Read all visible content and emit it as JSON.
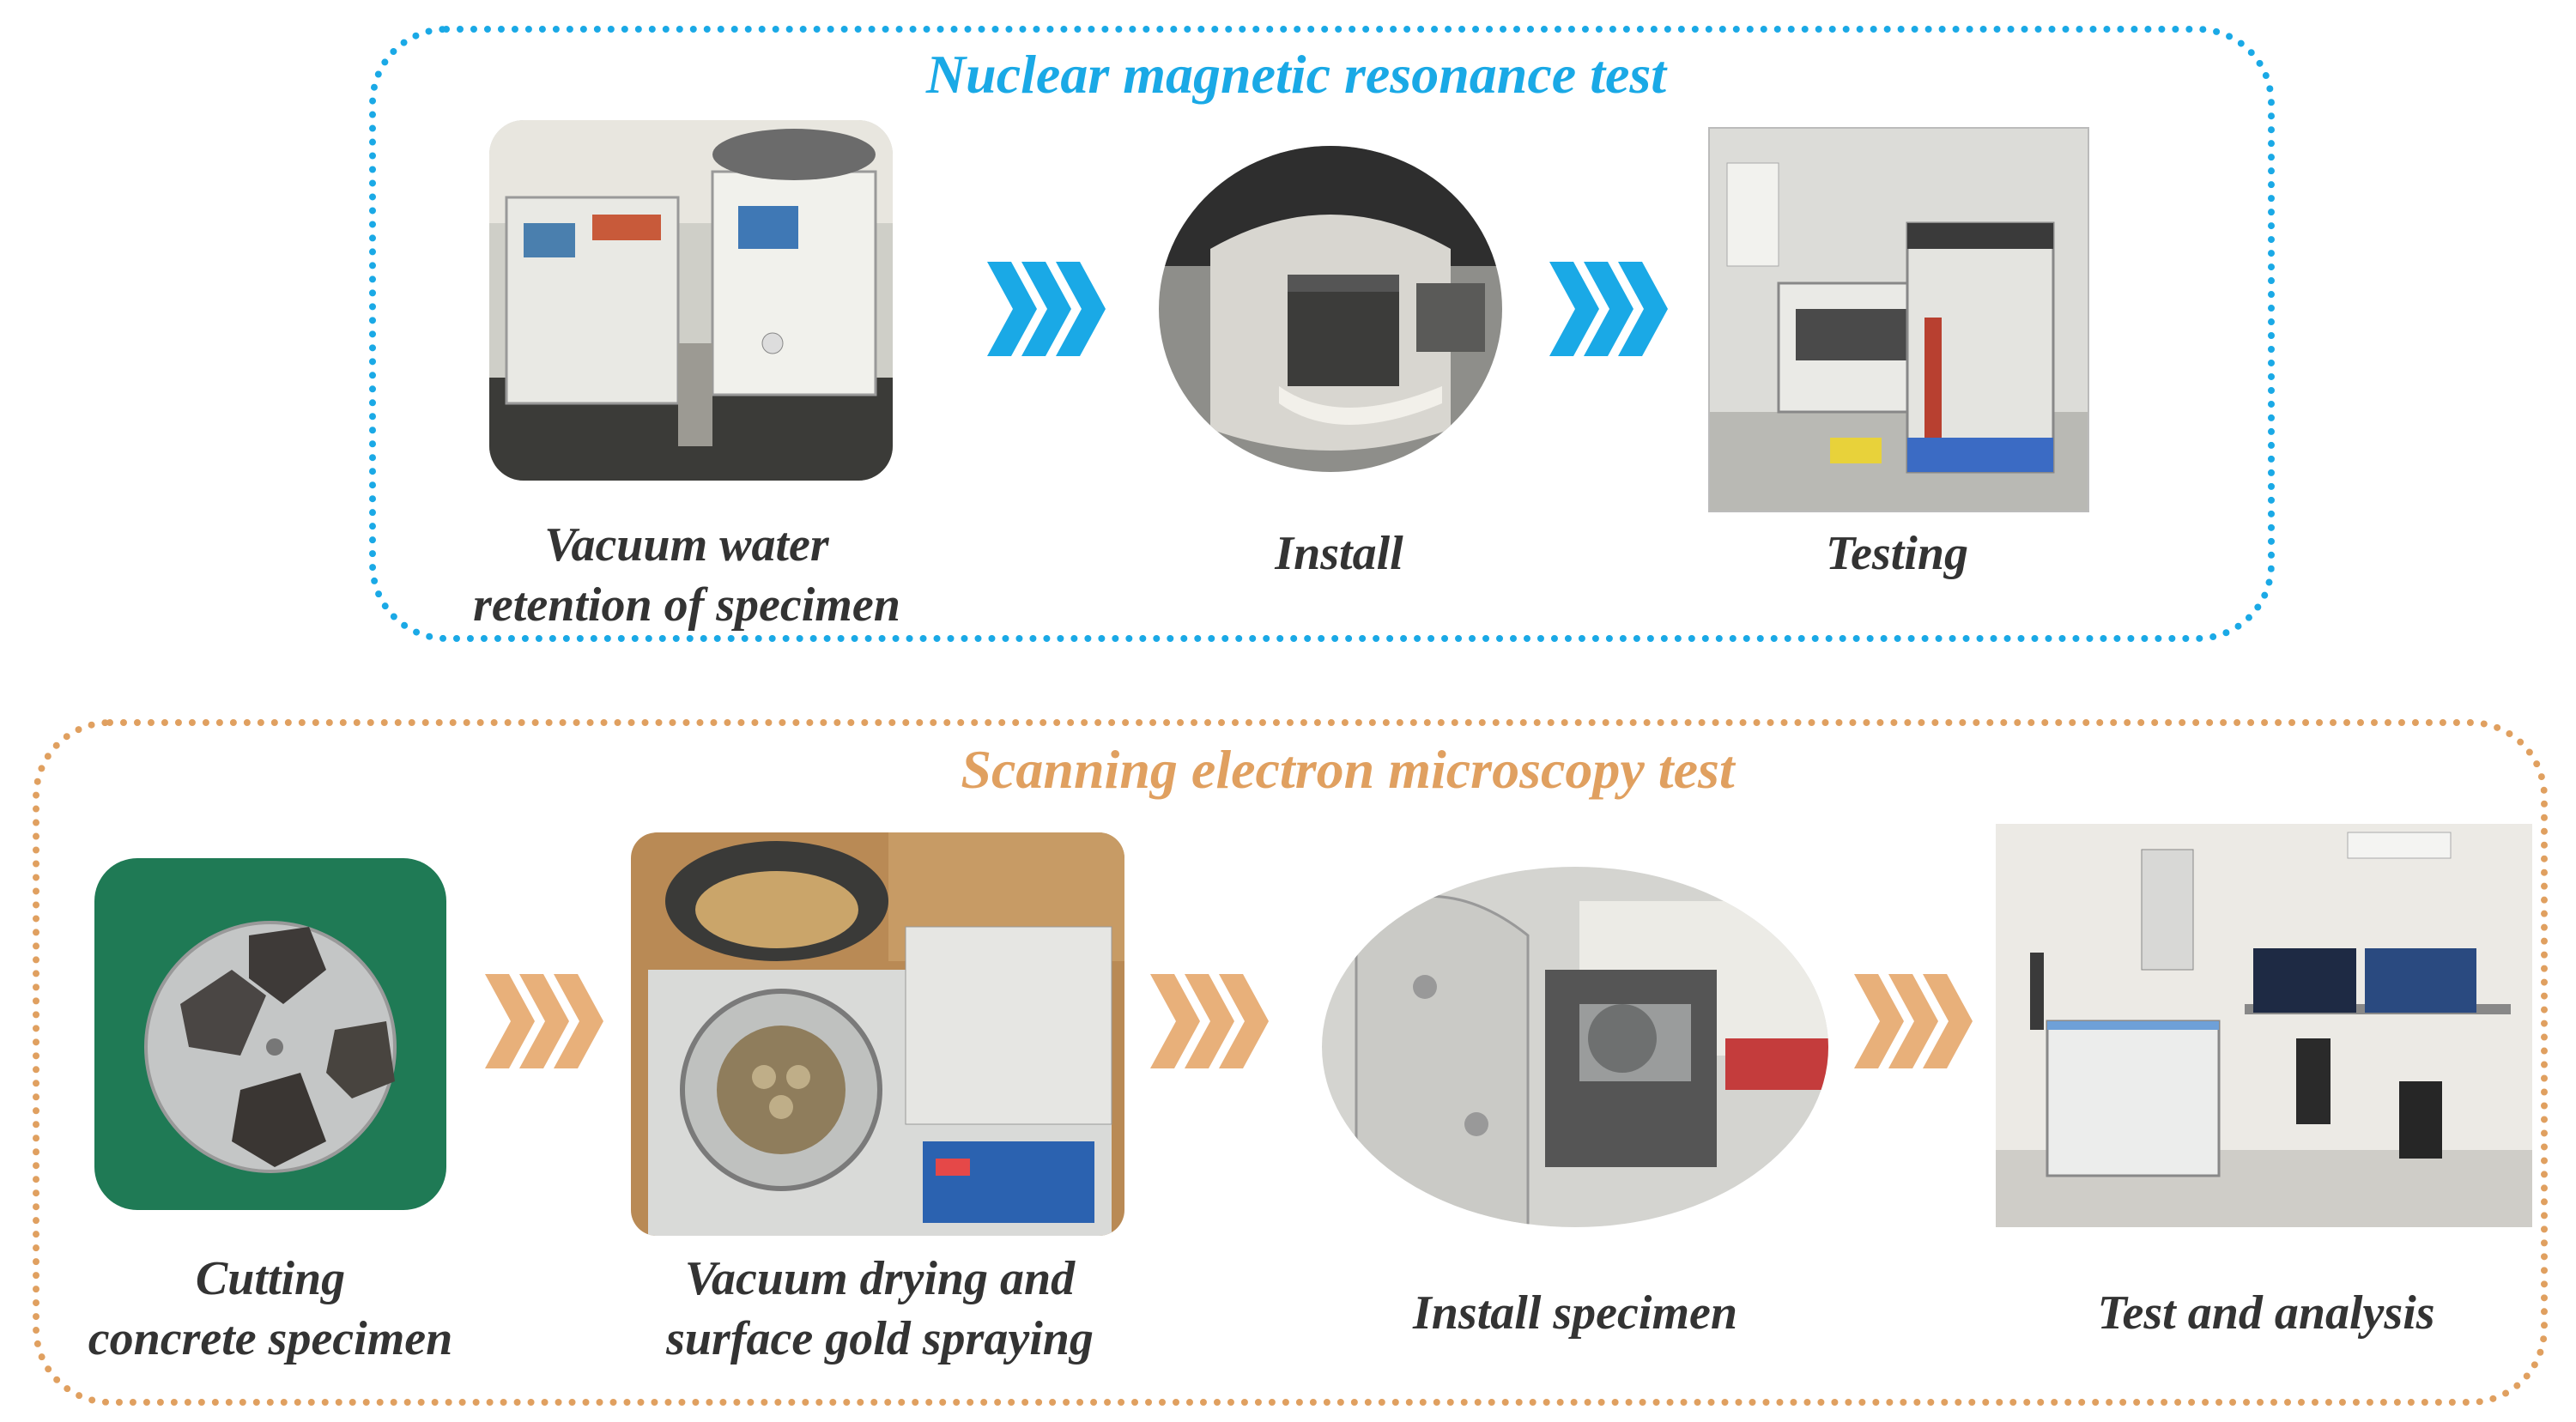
{
  "nmr": {
    "title": "Nuclear magnetic resonance test",
    "accent": "#1aa9e6",
    "steps": [
      {
        "line1": "Vacuum water",
        "line2": "retention of specimen",
        "icon": "vacuum-saturation-photo"
      },
      {
        "line1": "Install",
        "icon": "nmr-sample-holder-photo"
      },
      {
        "line1": "Testing",
        "icon": "nmr-analyzer-photo"
      }
    ]
  },
  "sem": {
    "title": "Scanning electron microscopy test",
    "accent": "#e0a060",
    "steps": [
      {
        "line1": "Cutting",
        "line2": "concrete specimen",
        "icon": "specimen-stub-photo"
      },
      {
        "line1": "Vacuum drying and",
        "line2": "surface gold spraying",
        "icon": "sputter-coater-photo"
      },
      {
        "line1": "Install specimen",
        "icon": "sem-chamber-photo"
      },
      {
        "line1": "Test and analysis",
        "icon": "sem-workstation-photo"
      }
    ]
  }
}
